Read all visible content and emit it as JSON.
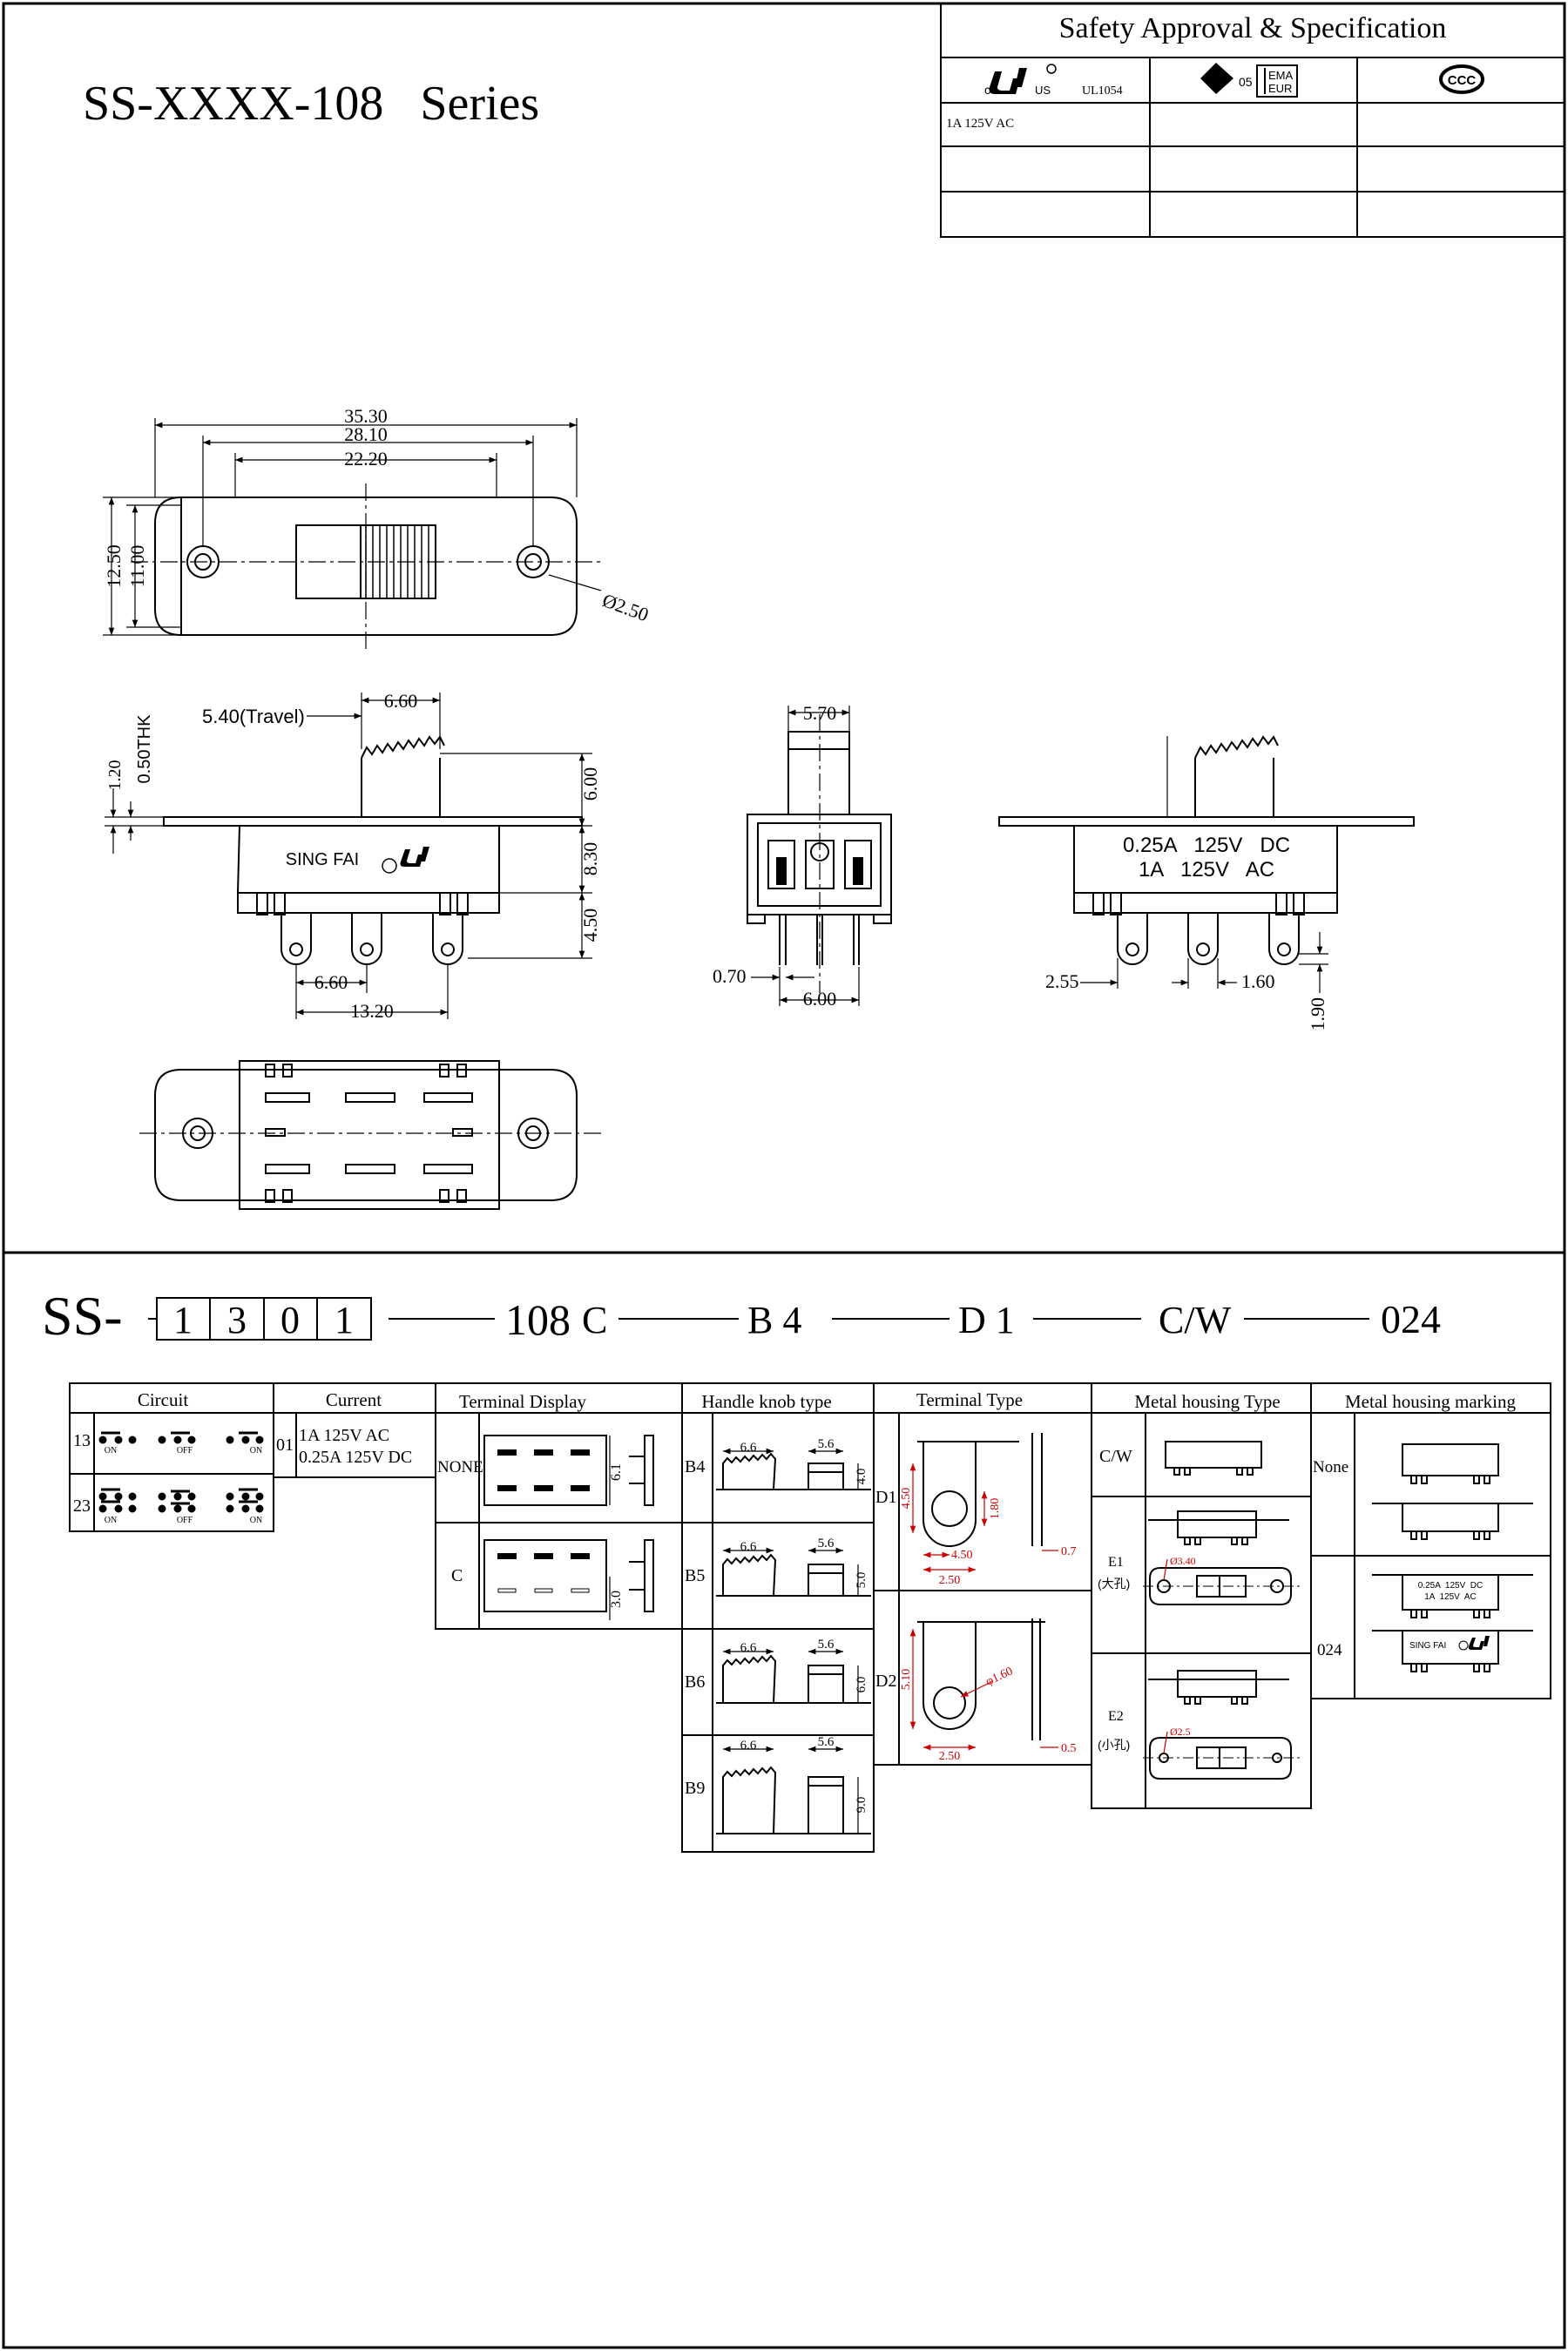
{
  "header": {
    "title": "SS-XXXX-108   Series",
    "approval_title": "Safety Approval & Specification",
    "ul_standard": "UL1054",
    "ul_rating": "1A 125V AC",
    "kema_mark": "KEMA KEUR",
    "ccc_mark": "CCC"
  },
  "top_view": {
    "dim_overall": "35.30",
    "dim_hole_pitch": "28.10",
    "dim_body": "22.20",
    "dim_height_outer": "12.50",
    "dim_height_inner": "11.00",
    "dim_hole_dia": "Ø2.50"
  },
  "front_view": {
    "travel": "5.40(Travel)",
    "knob_width": "6.60",
    "plate_offset": "1.20",
    "plate_thickness": "0.50THK",
    "knob_height": "6.00",
    "body_height": "8.30",
    "terminal_length": "4.50",
    "terminal_pitch": "6.60",
    "terminal_span": "13.20",
    "marking": "SING FAI"
  },
  "side_view": {
    "knob_width": "5.70",
    "terminal_thickness": "0.70",
    "terminal_span": "6.00"
  },
  "back_view": {
    "rating_line1": "0.25A   125V   DC",
    "rating_line2": "1A   125V   AC",
    "dim_a": "2.55",
    "dim_b": "1.60",
    "dim_c": "1.90"
  },
  "part_number": {
    "prefix": "SS-",
    "digits": [
      "1",
      "3",
      "0",
      "1"
    ],
    "series": "108",
    "terminal": "C",
    "knob": "B 4",
    "terminal_type": "D 1",
    "housing": "C/W",
    "marking": "024"
  },
  "table": {
    "circuit": {
      "header": "Circuit",
      "rows": [
        {
          "code": "13",
          "labels": [
            "ON",
            "OFF",
            "ON"
          ]
        },
        {
          "code": "23",
          "labels": [
            "ON",
            "OFF",
            "ON"
          ]
        }
      ]
    },
    "current": {
      "header": "Current",
      "code": "01",
      "line1": "1A 125V AC",
      "line2": "0.25A 125V DC"
    },
    "terminal_display": {
      "header": "Terminal Display",
      "rows": [
        {
          "code": "NONE",
          "dim": "6.1"
        },
        {
          "code": "C",
          "dim": "3.0"
        }
      ]
    },
    "handle_knob": {
      "header": "Handle knob type",
      "width": "6.6",
      "pitch": "5.6",
      "rows": [
        {
          "code": "B4",
          "height": "4.0"
        },
        {
          "code": "B5",
          "height": "5.0"
        },
        {
          "code": "B6",
          "height": "6.0"
        },
        {
          "code": "B9",
          "height": "9.0"
        }
      ]
    },
    "terminal_type": {
      "header": "Terminal Type",
      "rows": [
        {
          "code": "D1",
          "h": "4.50",
          "hole": "1.80",
          "w1": "4.50",
          "w2": "2.50",
          "t": "0.7"
        },
        {
          "code": "D2",
          "h": "5.10",
          "hole": "φ1.60",
          "w2": "2.50",
          "t": "0.5"
        }
      ]
    },
    "metal_housing_type": {
      "header": "Metal housing Type",
      "rows": [
        {
          "code": "C/W",
          "sub": "",
          "dim": ""
        },
        {
          "code": "E1",
          "sub": "(大孔)",
          "dim": "Ø3.40"
        },
        {
          "code": "E2",
          "sub": "(小孔)",
          "dim": "Ø2.5"
        }
      ]
    },
    "metal_housing_marking": {
      "header": "Metal housing marking",
      "rows": [
        {
          "code": "None"
        },
        {
          "code": "024",
          "line1": "0.25A  125V  DC",
          "line2": "1A  125V  AC",
          "mark": "SING FAI"
        }
      ]
    }
  }
}
